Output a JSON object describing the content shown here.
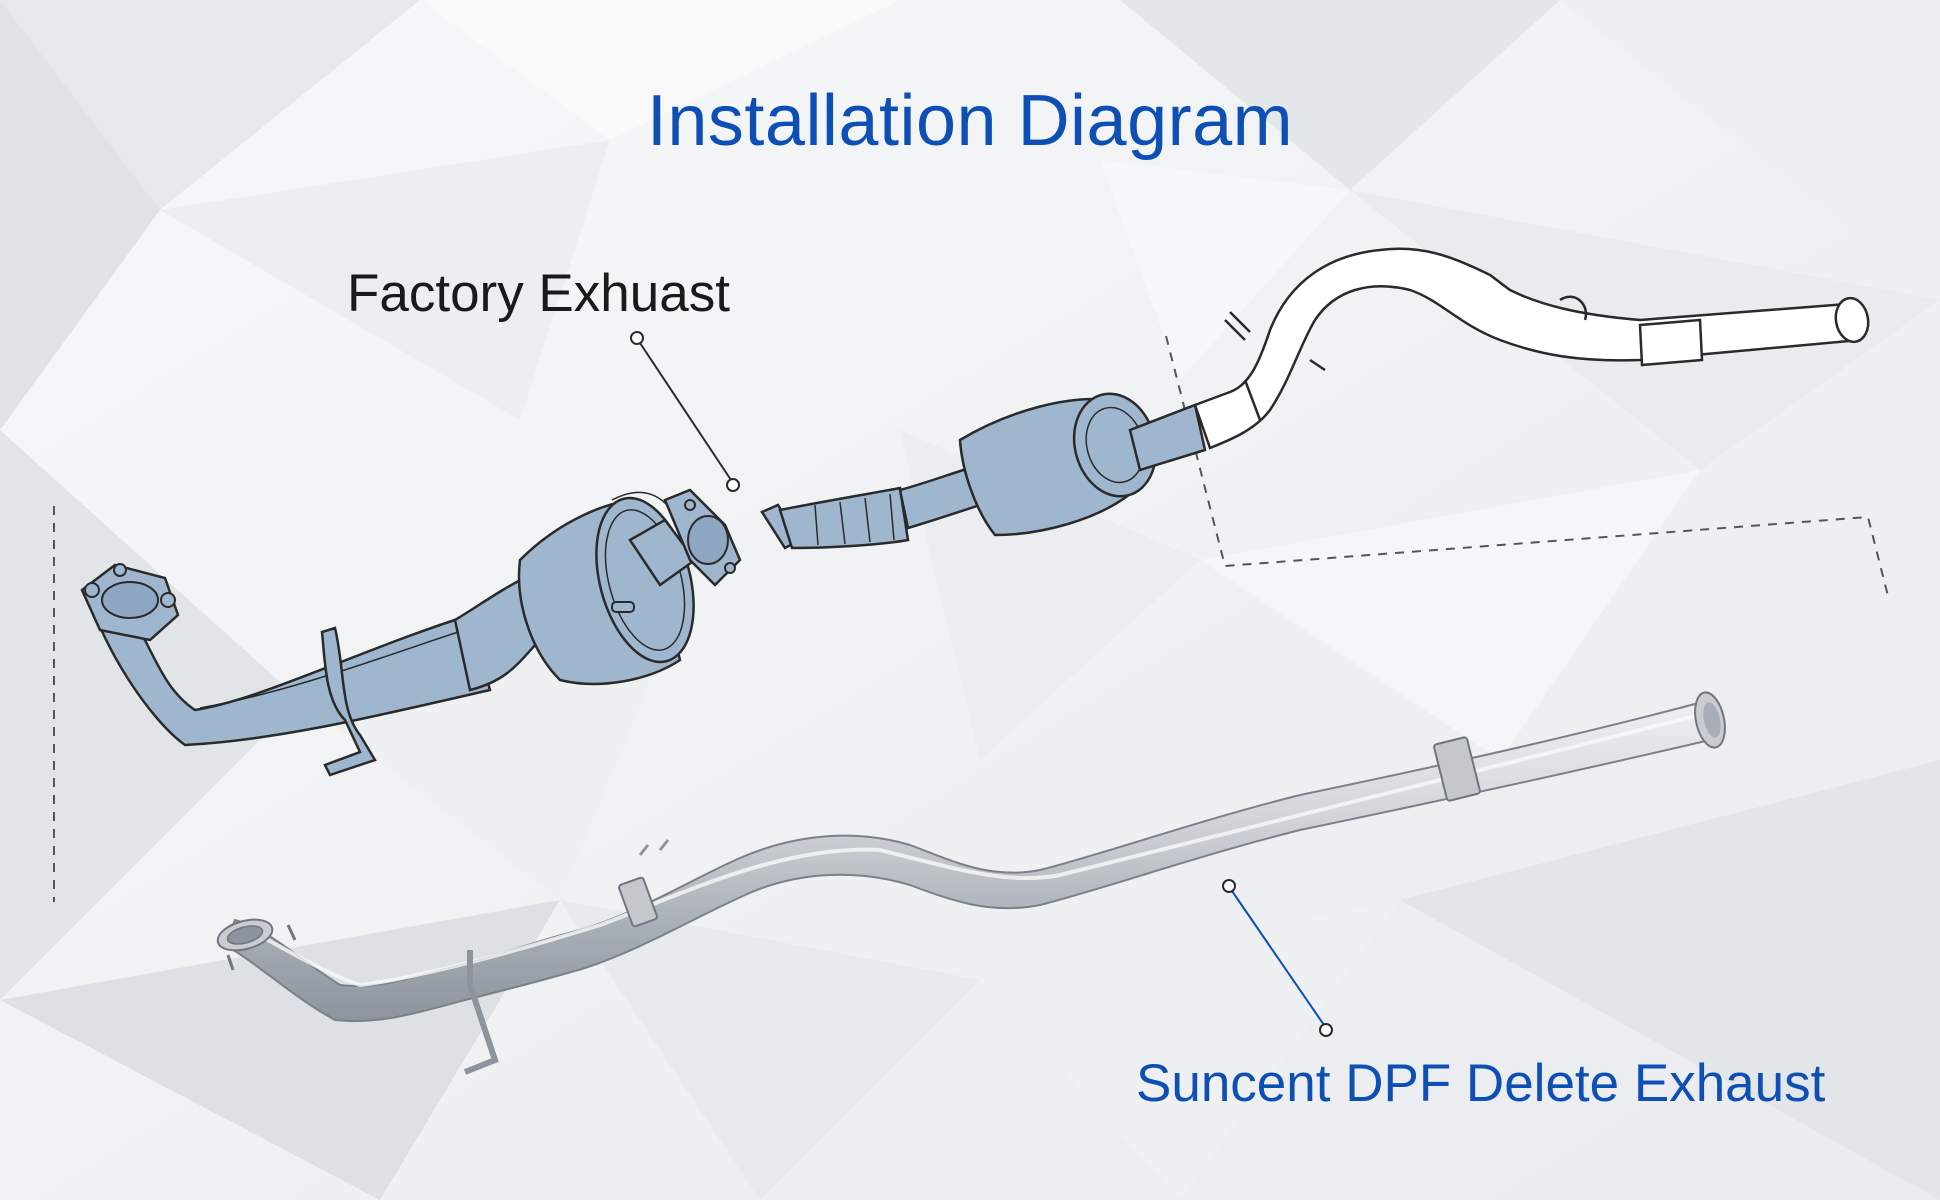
{
  "title": "Installation Diagram",
  "labels": {
    "factory": "Factory Exhuast",
    "suncent": "Suncent DPF Delete Exhaust"
  },
  "colors": {
    "title": "#0d4fb5",
    "suncent_label": "#0d4fb5",
    "factory_label": "#1a1a1a",
    "highlight_fill": "#9fb6cf",
    "outline": "#2a2a2a",
    "steel_light": "#dfe2e6",
    "steel_mid": "#b7bcc3",
    "steel_dark": "#8c939c",
    "background": "#f2f3f5",
    "leader_line": "#2a2a2a",
    "suncent_leader": "#0d4fb5"
  },
  "icons": [
    "leader-dot-icon"
  ]
}
